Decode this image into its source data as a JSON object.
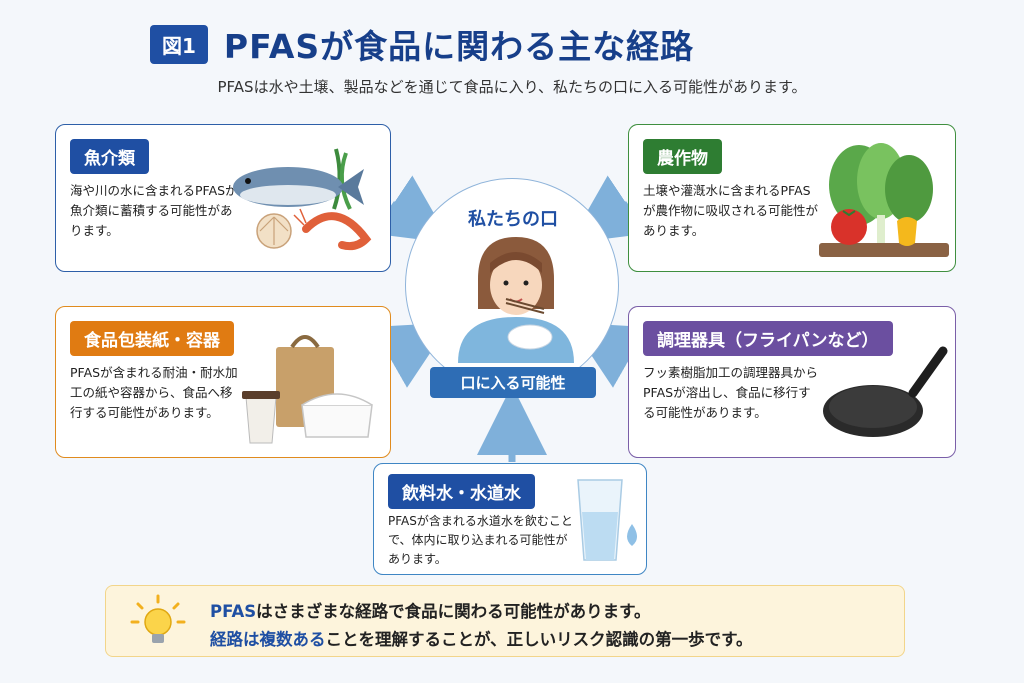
{
  "header": {
    "figure_badge": "図1",
    "title": "PFASが食品に関わる主な経路",
    "subtitle": "PFASは水や土壌、製品などを通じて食品に入り、私たちの口に入る可能性があります。"
  },
  "center": {
    "title": "私たちの口",
    "badge": "口に入る可能性"
  },
  "pathways": {
    "seafood": {
      "label": "魚介類",
      "text": "海や川の水に含まれるPFASが魚介類に蓄積する可能性があります。"
    },
    "crops": {
      "label": "農作物",
      "text": "土壌や灌漑水に含まれるPFASが農作物に吸収される可能性があります。"
    },
    "packaging": {
      "label": "食品包装紙・容器",
      "text": "PFASが含まれる耐油・耐水加工の紙や容器から、食品へ移行する可能性があります。"
    },
    "cookware": {
      "label": "調理器具（フライパンなど）",
      "text": "フッ素樹脂加工の調理器具からPFASが溶出し、食品に移行する可能性があります。"
    },
    "water": {
      "label": "飲料水・水道水",
      "text": "PFASが含まれる水道水を飲むことで、体内に取り込まれる可能性があります。"
    }
  },
  "tip": {
    "line1_highlight": "PFAS",
    "line1_rest": "はさまざまな経路で食品に関わる可能性があります。",
    "line2_highlight": "経路は複数ある",
    "line2_rest": "ことを理解することが、正しいリスク認識の第一歩です。"
  },
  "colors": {
    "primary": "#1f4fa3",
    "seafood": "#1f4fa3",
    "crops": "#2e7d32",
    "packaging": "#e07b12",
    "cookware": "#6b4fa0",
    "arrow": "#7fb0da"
  }
}
